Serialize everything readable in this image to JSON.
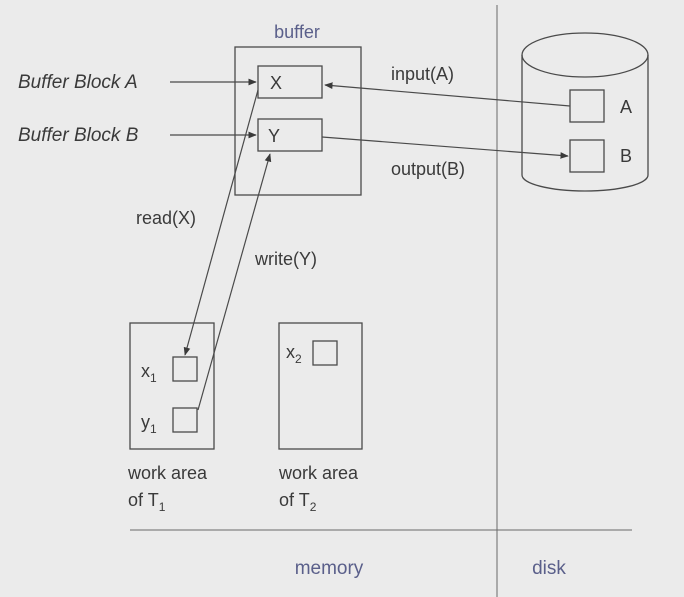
{
  "buffer": {
    "title": "buffer",
    "block_x": "X",
    "block_y": "Y"
  },
  "labels": {
    "buffer_block_a": "Buffer Block A",
    "buffer_block_b": "Buffer Block B",
    "input": "input(A)",
    "output": "output(B)",
    "read": "read(X)",
    "write": "write(Y)"
  },
  "disk": {
    "block_a": "A",
    "block_b": "B",
    "section_label": "disk"
  },
  "work_area_t1": {
    "x_var": "x",
    "x_sub": "1",
    "y_var": "y",
    "y_sub": "1",
    "caption_line1": "work area",
    "caption_line2": "of T",
    "caption_sub": "1"
  },
  "work_area_t2": {
    "x_var": "x",
    "x_sub": "2",
    "caption_line1": "work area",
    "caption_line2": "of T",
    "caption_sub": "2"
  },
  "sections": {
    "memory": "memory"
  }
}
